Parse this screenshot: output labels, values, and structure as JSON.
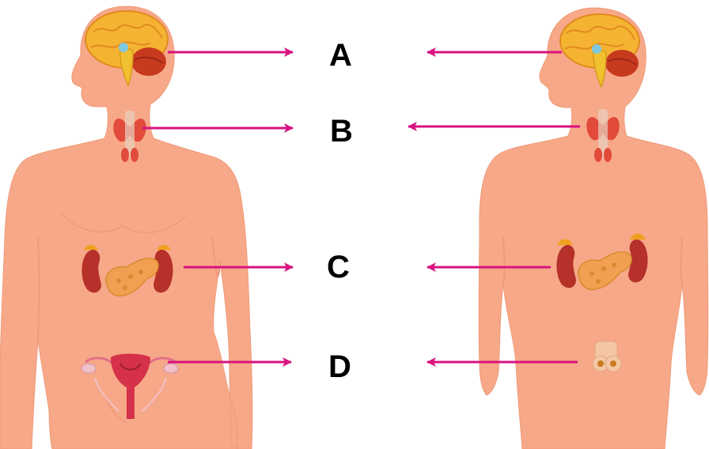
{
  "labels": {
    "a": "A",
    "b": "B",
    "c": "C",
    "d": "D"
  },
  "colors": {
    "skin": "#f7a888",
    "skin_outline": "#ef9a7a",
    "arrow": "#d8127f",
    "brain": "#f5b332",
    "brain_dark": "#e08a1f",
    "cerebellum": "#c73a1e",
    "thyroid": "#e24b3b",
    "kidney": "#b5312a",
    "adrenal": "#f0a020",
    "pancreas": "#f0a050",
    "uterus": "#d6314a",
    "testes": "#f4c6a4"
  },
  "icons": {
    "brain": "brain-icon",
    "thyroid": "thyroid-icon",
    "kidneys": "kidney-icon",
    "pancreas": "pancreas-icon",
    "ovaries": "uterus-ovaries-icon",
    "testes": "testes-icon"
  }
}
